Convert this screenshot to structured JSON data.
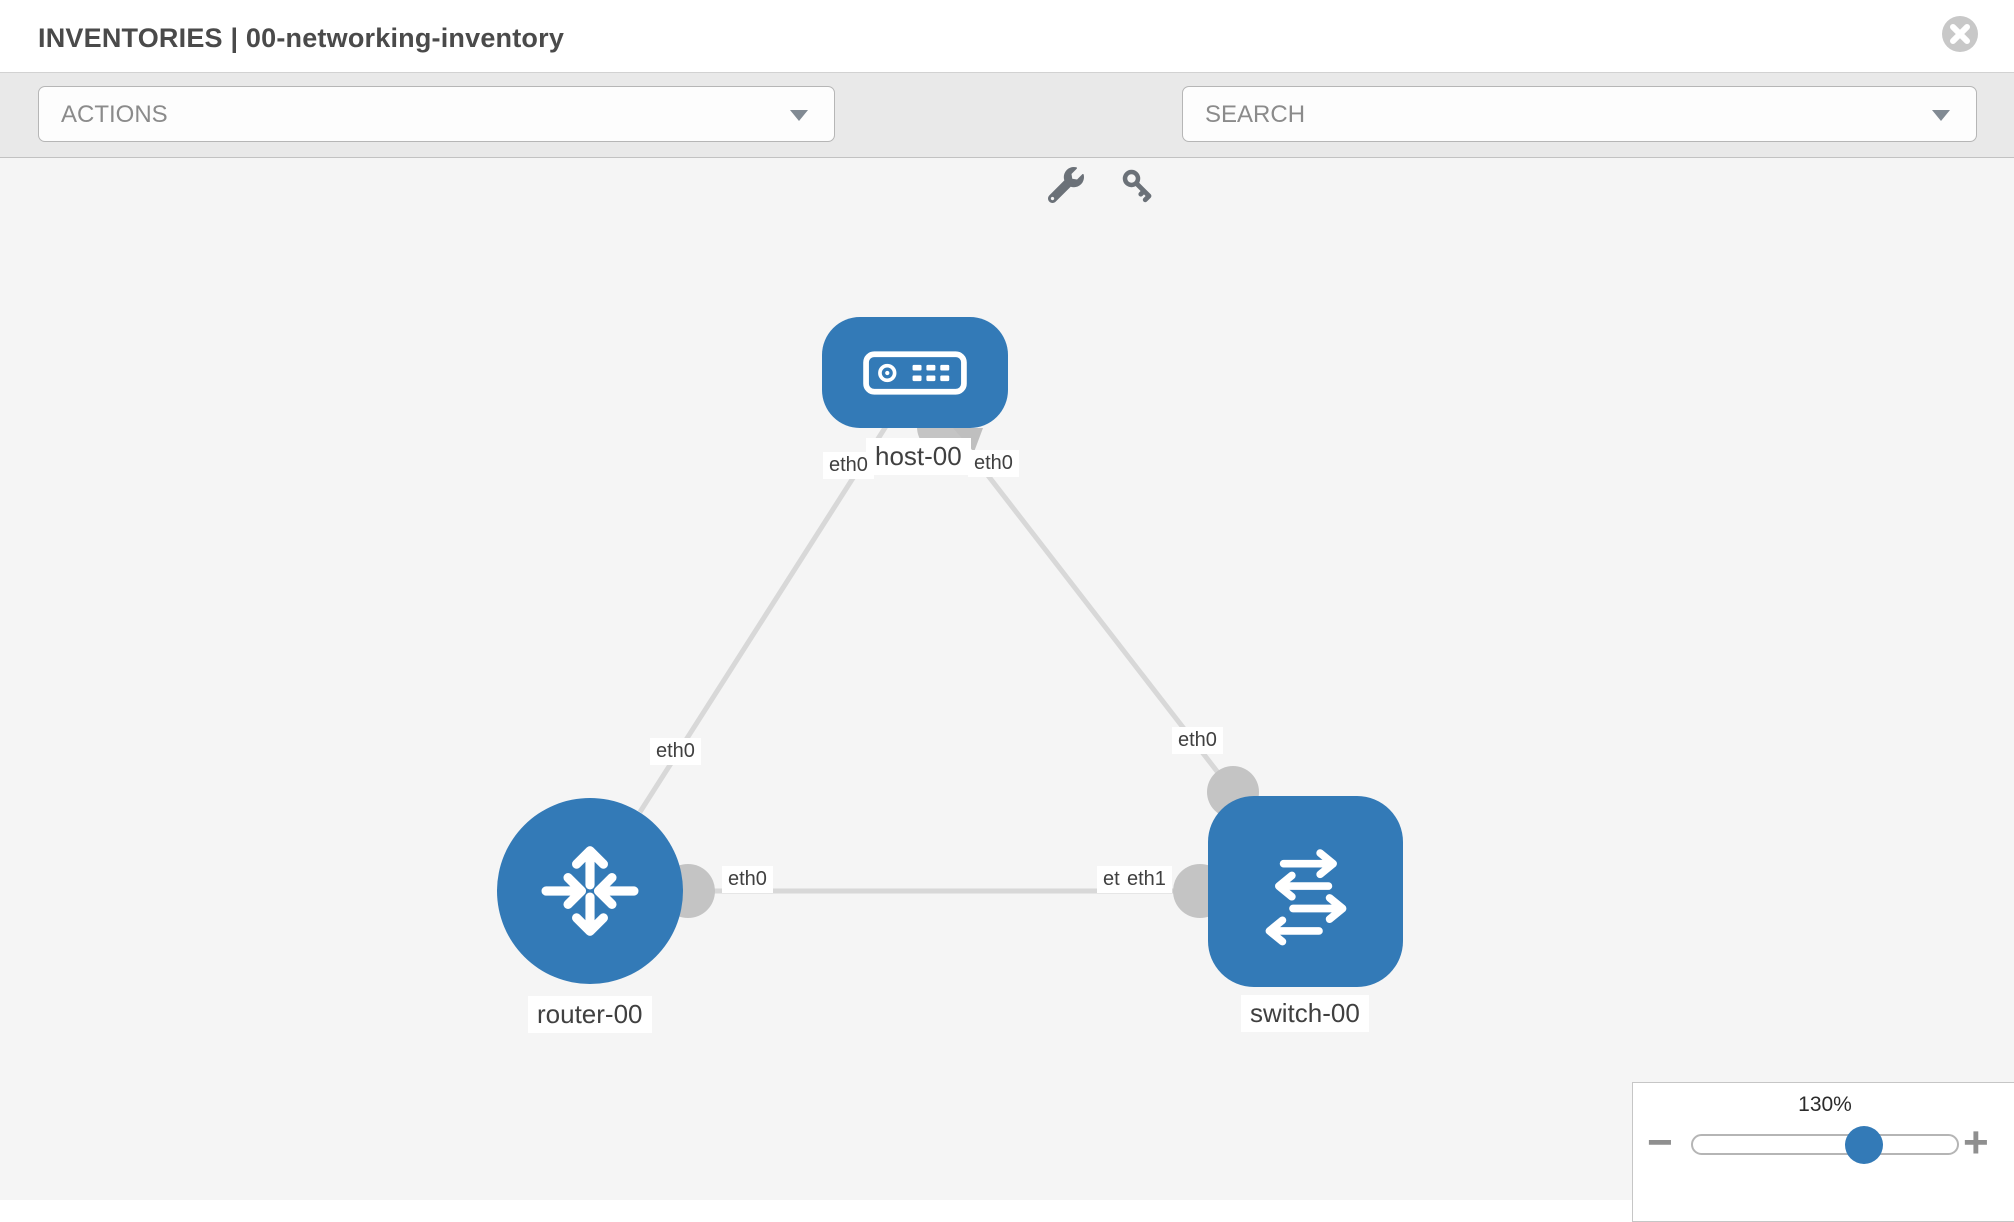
{
  "header": {
    "title": "INVENTORIES | 00-networking-inventory"
  },
  "toolbar": {
    "actions_label": "ACTIONS",
    "search_label": "SEARCH"
  },
  "icons": {
    "close": "x-circle-icon",
    "wrench": "wrench-icon",
    "key": "key-icon",
    "dropdown_caret": "chevron-down-icon"
  },
  "topology": {
    "nodes": [
      {
        "label": "host-00",
        "type": "host"
      },
      {
        "label": "router-00",
        "type": "router"
      },
      {
        "label": "switch-00",
        "type": "switch"
      }
    ],
    "links": [
      {
        "from": "host-00",
        "to": "router-00",
        "from_iface": "eth0",
        "to_iface": "eth0"
      },
      {
        "from": "host-00",
        "to": "switch-00",
        "from_iface": "eth0",
        "to_iface": "eth0"
      },
      {
        "from": "router-00",
        "to": "switch-00",
        "from_iface": "eth0",
        "to_iface": "eth1",
        "to_iface_overlapped": "eth0"
      }
    ]
  },
  "zoom_control": {
    "level": "130%",
    "minus_glyph": "−",
    "plus_glyph": "+"
  },
  "colors": {
    "node_blue": "#337ab7",
    "link_gray": "#d8d8d8",
    "interface_gray": "#c4c4c4",
    "canvas_bg": "#f5f5f5",
    "toolbar_bg": "#e9e9e9",
    "title_text": "#4a4a4a",
    "muted_text": "#8b8b8b"
  }
}
